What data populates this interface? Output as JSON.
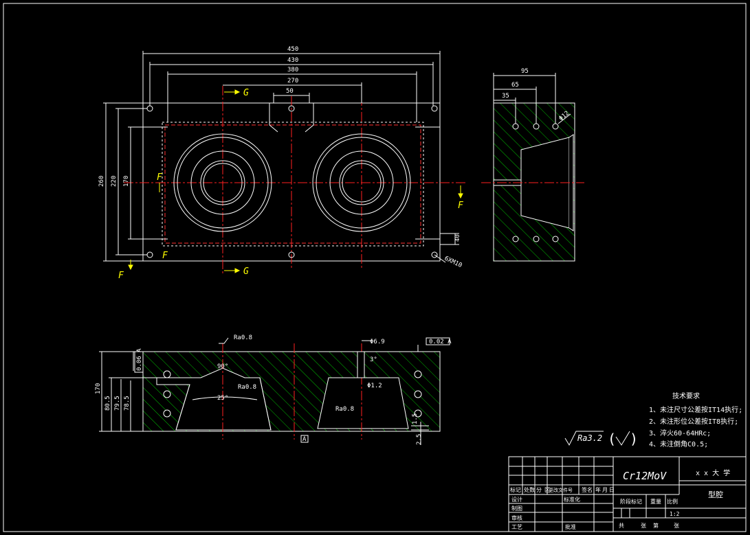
{
  "colors": {
    "background": "#000000",
    "outline": "#ffffff",
    "hatch": "#00c000",
    "center": "#ff2020",
    "marker": "#ffff00",
    "hidden": "#ff3030"
  },
  "plan_view": {
    "dims": [
      "450",
      "430",
      "380",
      "270",
      "50"
    ],
    "vertical_dims": [
      "260",
      "220",
      "170"
    ],
    "small_dim": "40",
    "section_g": "G",
    "section_f": "F",
    "thread_note": "6XM10"
  },
  "side_view": {
    "dims": [
      "95",
      "65",
      "35"
    ],
    "hole_note": "Φ12"
  },
  "section_view": {
    "roughness_label": "Ra0.8",
    "roughness_mid": "Ra0.8",
    "roughness_right": "Ra0.8",
    "angle_top": "90°",
    "angle_bottom": "25°",
    "dia_label_1": "Φ6.9",
    "dia_label_2": "Φ1.2",
    "angle_small": "3°",
    "flatness_note": "0.06 A",
    "parallel_note": "0.02 A",
    "datum": "A",
    "height_dims": [
      "170",
      "80.5",
      "79.5",
      "78.5"
    ],
    "step_dims": [
      "1.5",
      "2.5"
    ]
  },
  "tech_requirements": {
    "title": "技术要求",
    "items": [
      "1、未注尺寸公差按IT14执行;",
      "2、未注形位公差按IT8执行;",
      "3、淬火60-64HRc;",
      "4、未注倒角C0.5;"
    ]
  },
  "roughness_general": "Ra3.2",
  "title_block": {
    "material": "Cr12MoV",
    "school": "x x 大 学",
    "part_name": "型腔",
    "header_cells": [
      "标记",
      "处数",
      "分",
      "区",
      "更改文件号",
      "签名",
      "年",
      "月",
      "日"
    ],
    "rows": [
      "设计",
      "制图",
      "审核",
      "工艺"
    ],
    "standard": "标准化",
    "approve": "批准",
    "stage_label": "阶段标记",
    "weight_label": "重量",
    "scale_label": "比例",
    "scale_value": "1:2",
    "sheet_total": "共",
    "sheet_label": "张",
    "sheet_no": "第",
    "sheet_unit": "张"
  }
}
